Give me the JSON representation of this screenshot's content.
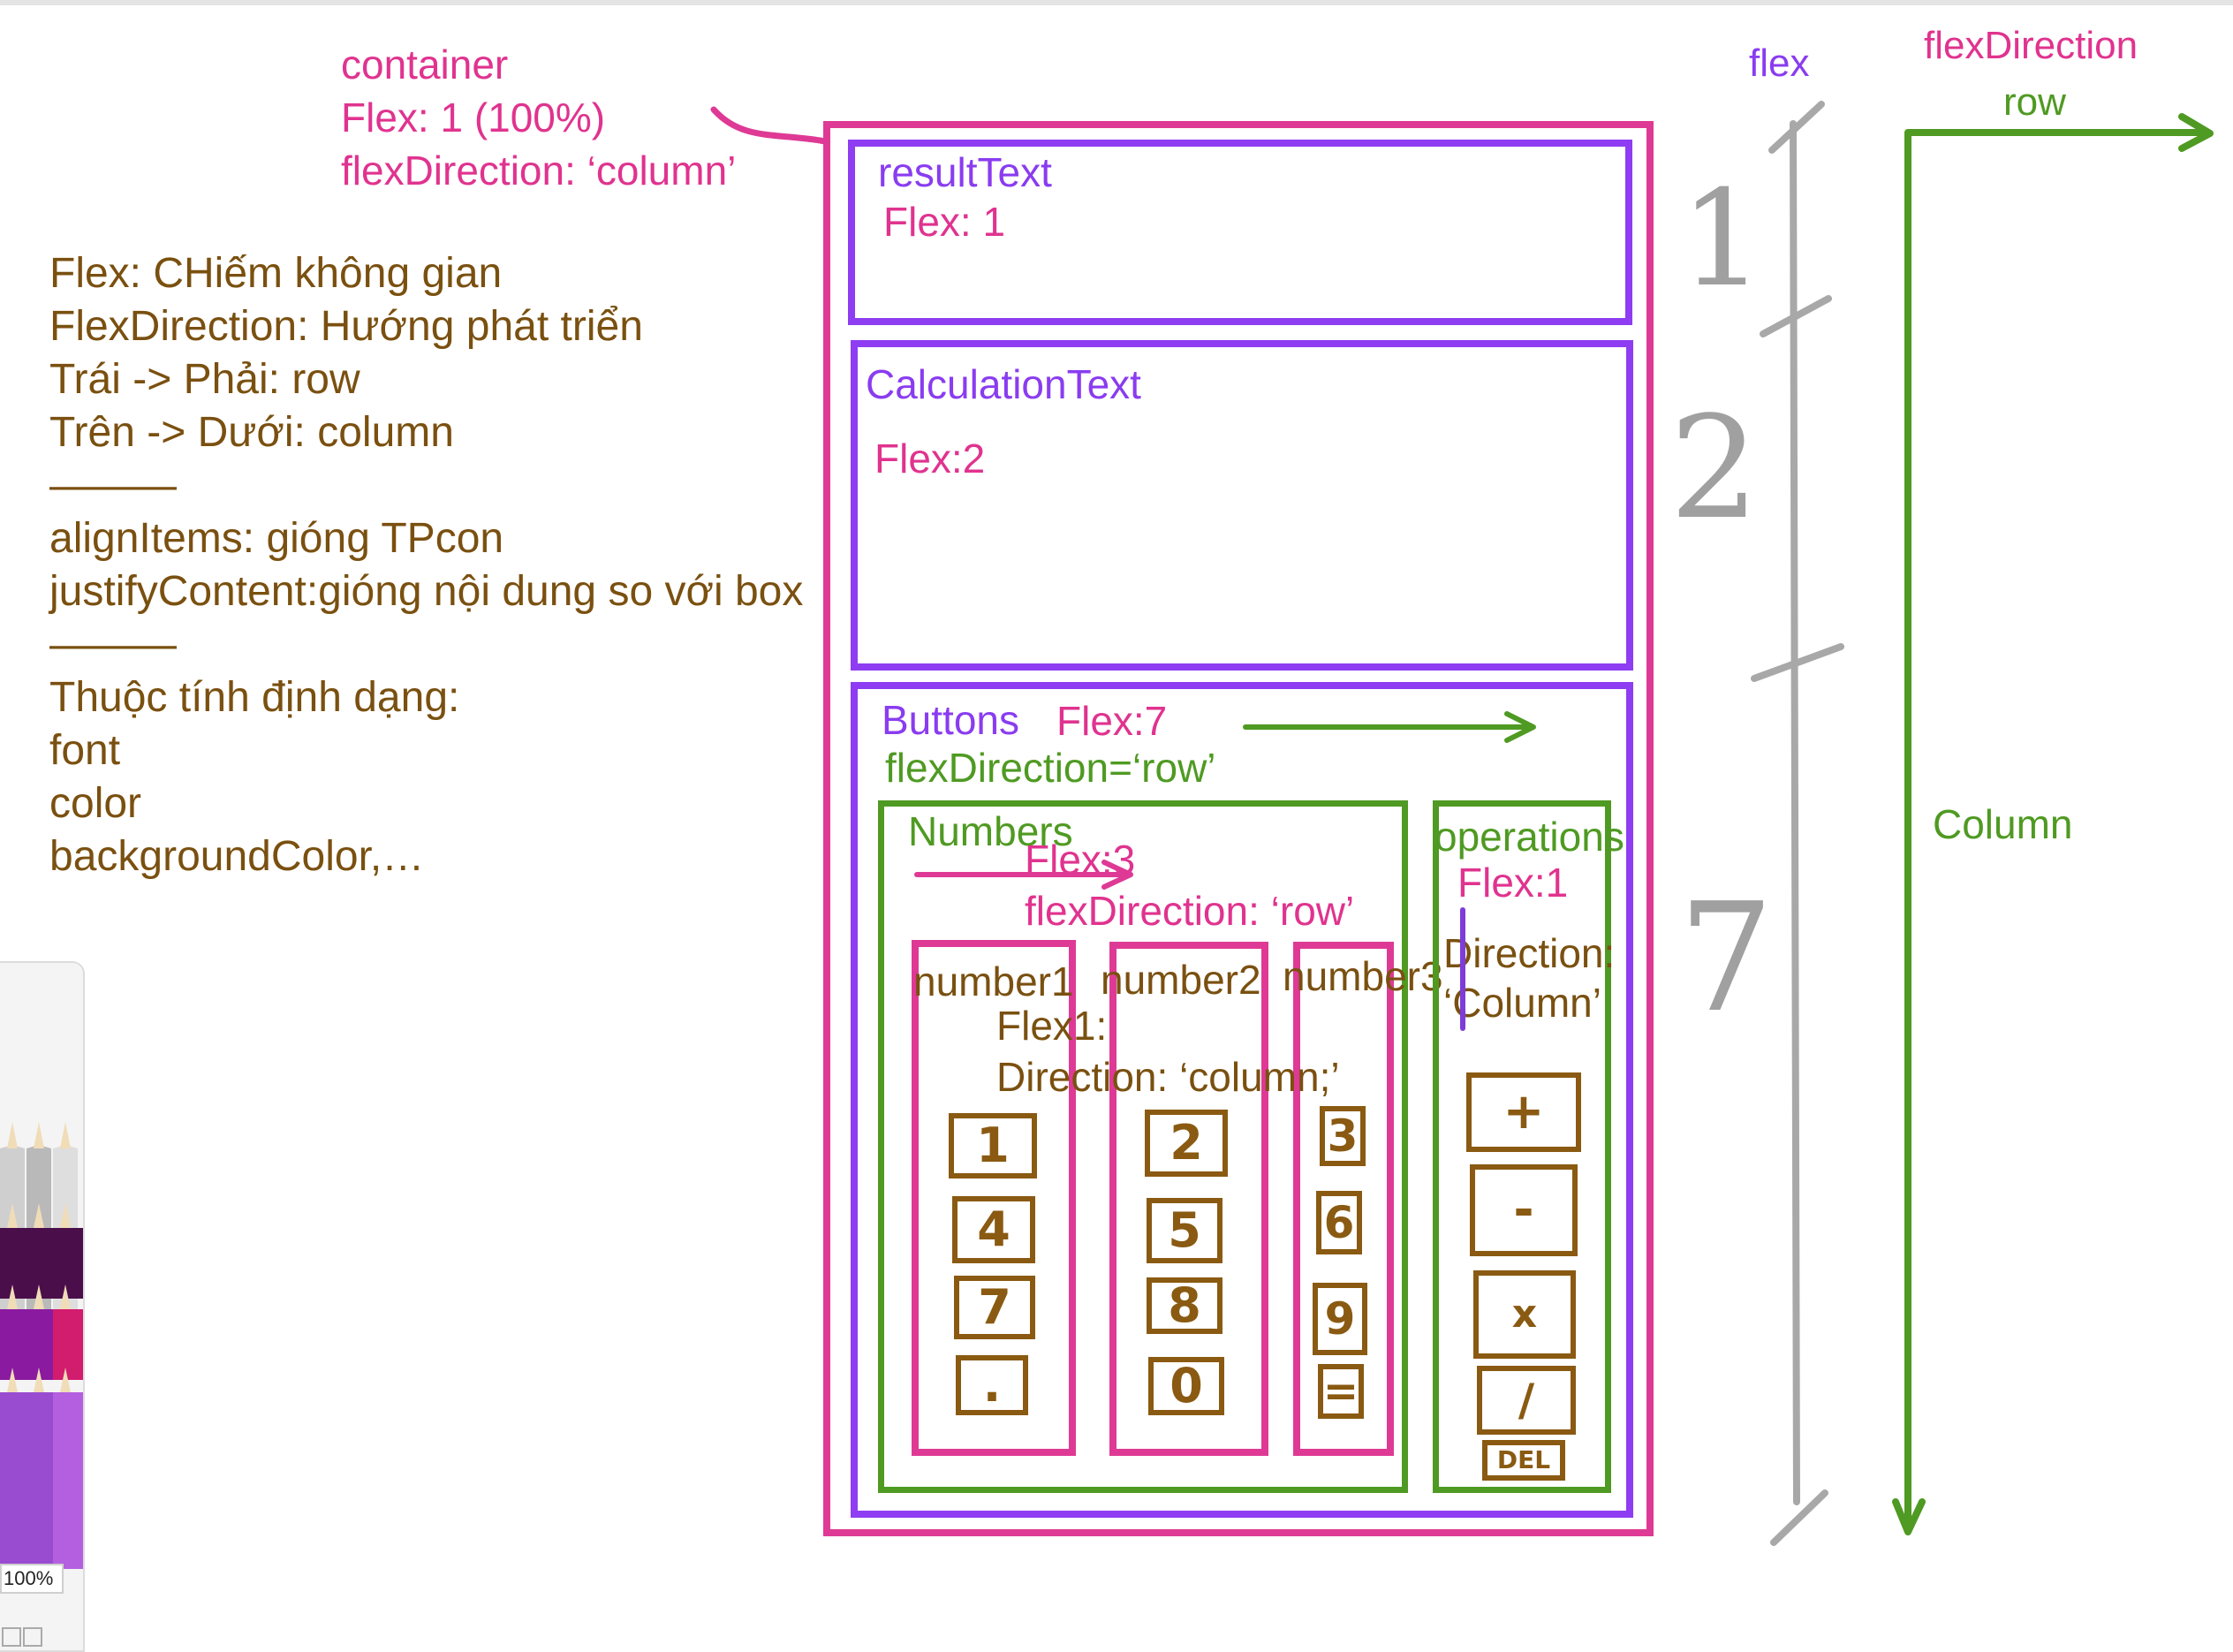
{
  "container_label": {
    "name": "container",
    "flex": "Flex: 1 (100%)",
    "direction": "flexDirection: ‘column’"
  },
  "notes": [
    "Flex: CHiếm không gian",
    "FlexDirection: Hướng phát triển",
    "Trái -> Phải: row",
    "Trên -> Dưới: column",
    "———",
    "alignItems: gióng TPcon",
    "justifyContent:gióng nội dung so với box",
    "———",
    "Thuộc tính định dạng:",
    "font",
    "color",
    "backgroundColor,…"
  ],
  "result": {
    "title": "resultText",
    "flex": "Flex: 1"
  },
  "calculation": {
    "title": "CalculationText",
    "flex": "Flex:2"
  },
  "buttons": {
    "title": "Buttons",
    "flex": "Flex:7",
    "direction": "flexDirection=‘row’"
  },
  "numbers": {
    "title": "Numbers",
    "flex": "Flex:3",
    "direction": "flexDirection: ‘row’"
  },
  "number_columns": {
    "labels": [
      "number1",
      "number2",
      "number3"
    ],
    "flex": "Flex1:",
    "direction": "Direction: ‘column;’"
  },
  "keys": {
    "col1": [
      "1",
      "4",
      "7",
      "."
    ],
    "col2": [
      "2",
      "5",
      "8",
      "0"
    ],
    "col3": [
      "3",
      "6",
      "9",
      "="
    ]
  },
  "operations": {
    "title": "operations",
    "flex": "Flex:1",
    "direction_line1": "Direction:",
    "direction_line2": "‘Column’",
    "keys": [
      "+",
      "-",
      "x",
      "/",
      "DEL"
    ]
  },
  "axis_ratios": [
    "1",
    "2",
    "7"
  ],
  "legend": {
    "flex": "flex",
    "flexDirection": "flexDirection",
    "row": "row",
    "column": "Column"
  },
  "palette": {
    "zoom": "100%"
  },
  "colors": {
    "pink": "#de3a95",
    "purple": "#8e3df2",
    "green": "#4f9a22",
    "brown": "#8a5a12",
    "gray": "#a0a0a0"
  }
}
